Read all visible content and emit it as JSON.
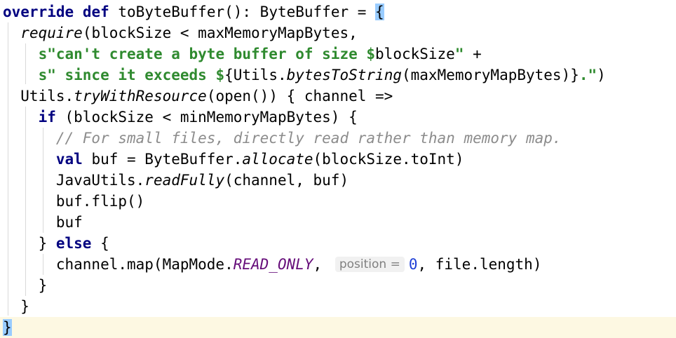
{
  "editor": {
    "lines": [
      [
        {
          "t": "override",
          "c": "kw"
        },
        {
          "t": " "
        },
        {
          "t": "def",
          "c": "kw"
        },
        {
          "t": " toByteBuffer(): ByteBuffer = "
        },
        {
          "t": "{",
          "c": "brace-hl"
        }
      ],
      [
        {
          "t": "  "
        },
        {
          "t": "require",
          "c": "it"
        },
        {
          "t": "(blockSize < maxMemoryMapBytes,"
        }
      ],
      [
        {
          "t": "    "
        },
        {
          "t": "s\"can't create a byte buffer of size ",
          "c": "str"
        },
        {
          "t": "$",
          "c": "interp"
        },
        {
          "t": "blockSize"
        },
        {
          "t": "\"",
          "c": "str"
        },
        {
          "t": " +"
        }
      ],
      [
        {
          "t": "    "
        },
        {
          "t": "s\" since it exceeds ",
          "c": "str"
        },
        {
          "t": "$",
          "c": "interp"
        },
        {
          "t": "{Utils."
        },
        {
          "t": "bytesToString",
          "c": "it"
        },
        {
          "t": "(maxMemoryMapBytes)}"
        },
        {
          "t": ".\"",
          "c": "str"
        },
        {
          "t": ")"
        }
      ],
      [
        {
          "t": "  Utils."
        },
        {
          "t": "tryWithResource",
          "c": "it"
        },
        {
          "t": "(open()) { channel =>"
        }
      ],
      [
        {
          "t": "    "
        },
        {
          "t": "if",
          "c": "kw"
        },
        {
          "t": " (blockSize < minMemoryMapBytes) {"
        }
      ],
      [
        {
          "t": "      "
        },
        {
          "t": "// For small files, directly read rather than memory map.",
          "c": "comment"
        }
      ],
      [
        {
          "t": "      "
        },
        {
          "t": "val",
          "c": "kw"
        },
        {
          "t": " buf = ByteBuffer."
        },
        {
          "t": "allocate",
          "c": "it"
        },
        {
          "t": "(blockSize.toInt)"
        }
      ],
      [
        {
          "t": "      JavaUtils."
        },
        {
          "t": "readFully",
          "c": "it"
        },
        {
          "t": "(channel, buf)"
        }
      ],
      [
        {
          "t": "      buf.flip()"
        }
      ],
      [
        {
          "t": "      buf"
        }
      ],
      [
        {
          "t": "    } "
        },
        {
          "t": "else",
          "c": "kw"
        },
        {
          "t": " {"
        }
      ],
      [
        {
          "t": "      channel.map(MapMode."
        },
        {
          "t": "READ_ONLY",
          "c": "const"
        },
        {
          "t": ", "
        },
        {
          "t": "position =",
          "c": "hint"
        },
        {
          "t": "0",
          "c": "num"
        },
        {
          "t": ", file.length)"
        }
      ],
      [
        {
          "t": "    }"
        }
      ],
      [
        {
          "t": "  }"
        }
      ],
      [
        {
          "t": "}",
          "c": "brace-hl"
        }
      ]
    ],
    "caret_line": 15
  },
  "colors": {
    "keyword": "#000080",
    "string": "#2f8a2f",
    "comment": "#8c8c8c",
    "constant": "#660e7a",
    "number": "#1f3fd6",
    "brace_match": "#99ccff",
    "caret_line_bg": "#fdf8e2"
  }
}
